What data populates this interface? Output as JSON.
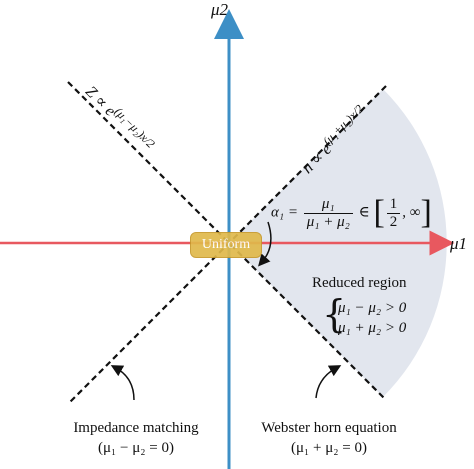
{
  "axes": {
    "x_label": "μ1",
    "y_label": "μ2",
    "x_color": "#e8585f",
    "y_color": "#3d8fc6"
  },
  "lines": {
    "left_label": "Z ∝ e^{(μ1−μ2)x/2}",
    "right_label": "n ∝ e^{(μ1+μ2)x/2}",
    "left_rot": {
      "prefix": "Z ∝ e",
      "exp": "(μ₁−μ₂)x/2"
    },
    "right_rot": {
      "prefix": "n ∝ e",
      "exp": "(μ₁+μ₂)x/2"
    }
  },
  "uniform": {
    "label": "Uniform",
    "color": "#e0b94b"
  },
  "alpha": {
    "lhs": "α₁ =",
    "num": "μ₁",
    "den": "μ₁ + μ₂",
    "member": "∈",
    "half_num": "1",
    "half_den": "2",
    "rest": ", ∞"
  },
  "region": {
    "title": "Reduced region",
    "cond1": "μ₁ − μ₂ > 0",
    "cond2": "μ₁ + μ₂ > 0",
    "fill": "#e2e6ee"
  },
  "captions": {
    "left_line1": "Impedance matching",
    "left_line2": "(μ₁ − μ₂ = 0)",
    "right_line1": "Webster horn equation",
    "right_line2": "(μ₁ + μ₂ = 0)"
  }
}
